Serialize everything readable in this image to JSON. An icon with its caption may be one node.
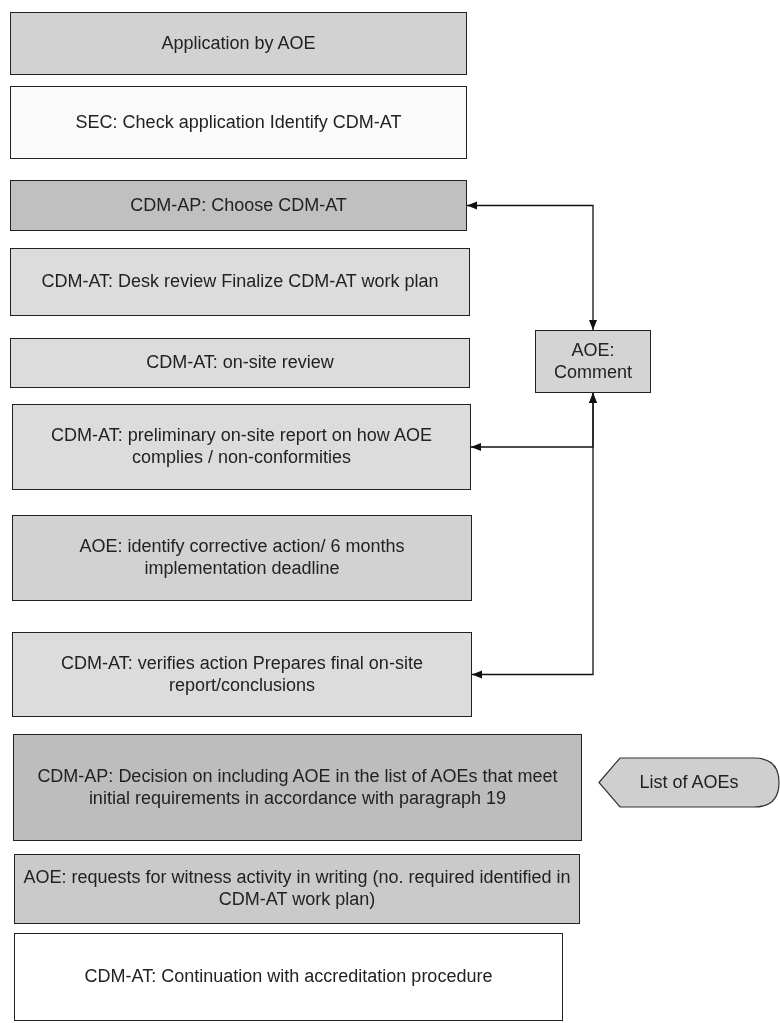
{
  "diagram": {
    "nodes": [
      {
        "text": [
          "Application by AOE"
        ]
      },
      {
        "text": [
          "SEC: Check application Identify CDM-AT"
        ]
      },
      {
        "text": [
          "CDM-AP: Choose CDM-AT"
        ]
      },
      {
        "text": [
          "CDM-AT: Desk review Finalize CDM-AT work plan"
        ]
      },
      {
        "text": [
          "CDM-AT: on-site review"
        ]
      },
      {
        "text": [
          "AOE: Comment"
        ]
      },
      {
        "text": [
          "CDM-AT: preliminary on-site report on how AOE complies / non-conformities"
        ]
      },
      {
        "text": [
          "AOE: identify corrective action/ 6 months implementation deadline"
        ]
      },
      {
        "text": [
          "CDM-AT: verifies action Prepares final on-site report/conclusions"
        ]
      },
      {
        "text": [
          "CDM-AP: Decision on including AOE in the list of AOEs that meet initial requirements in accordance with paragraph 19"
        ]
      },
      {
        "text": [
          "List of AOEs"
        ]
      },
      {
        "text": [
          "AOE:  requests for witness activity in writing (no. required identified in CDM-AT work plan)"
        ]
      },
      {
        "text": [
          "CDM-AT: Continuation with accreditation procedure"
        ]
      }
    ],
    "edges": [
      {
        "from": 5,
        "to": 2,
        "arrow": "both"
      },
      {
        "from": 5,
        "to": 6,
        "arrow": "both"
      },
      {
        "from": 5,
        "to": 8,
        "arrow": "both"
      }
    ]
  }
}
